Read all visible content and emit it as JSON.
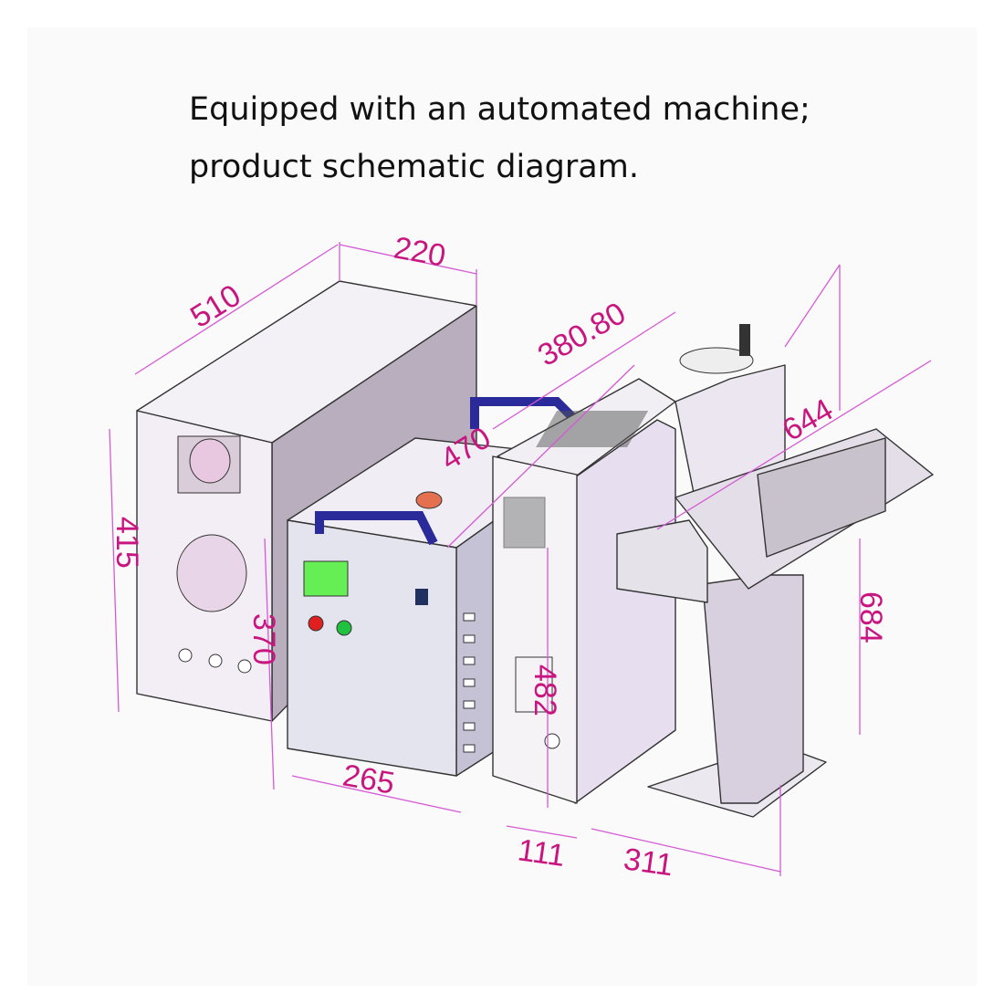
{
  "caption": {
    "line1": "Equipped with an automated machine;",
    "line2": "product schematic diagram."
  },
  "dimensions": {
    "cabinet_depth": "510",
    "cabinet_width": "220",
    "cabinet_height": "415",
    "chiller_height": "370",
    "chiller_width": "265",
    "chiller_depth": "470",
    "laser_source_depth": "380.80",
    "laser_source_height": "482",
    "laser_source_width": "111",
    "marking_head_depth": "644",
    "marking_column_height": "684",
    "marking_base_width": "311"
  },
  "colors": {
    "dimension": "#c8157f",
    "handle": "#2a2a9a",
    "display": "#66ee55"
  }
}
